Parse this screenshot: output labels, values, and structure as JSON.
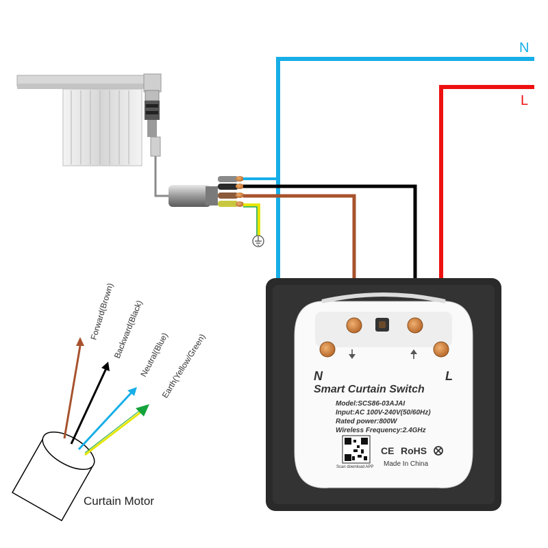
{
  "lines": {
    "neutral_label": "N",
    "live_label": "L"
  },
  "colors": {
    "neutral": "#17aee7",
    "live": "#ee1111",
    "brown": "#a7522d",
    "black": "#000000",
    "earth_yellow": "#e6e600",
    "earth_green": "#13a33b",
    "panel": "#2a2a2b",
    "backplate": "#fafafa"
  },
  "device": {
    "terminal_n": "N",
    "terminal_l": "L",
    "title": "Smart Curtain Switch",
    "model": "Model:SCS86-03AJAI",
    "input": "Input:AC 100V-240V(50/60Hz)",
    "rated_power": "Rated power:800W",
    "wireless": "Wireless Frequency:2.4GHz",
    "scan_text": "Scan download APP",
    "made_in": "Made In China",
    "cert_ce": "CE",
    "cert_rohs": "RoHS"
  },
  "legend": {
    "forward": "Forward(Brown)",
    "backward": "Backward(Black)",
    "neutral": "Neutral(Blue)",
    "earth": "Earth(Yellow/Green)"
  },
  "motor": {
    "label": "Curtain Motor"
  },
  "icons": {
    "ground": "ground-symbol-icon",
    "qr": "qr-code-icon",
    "recycle": "recycle-icon",
    "arrow_down": "arrow-down-icon",
    "arrow_up": "arrow-up-icon"
  }
}
